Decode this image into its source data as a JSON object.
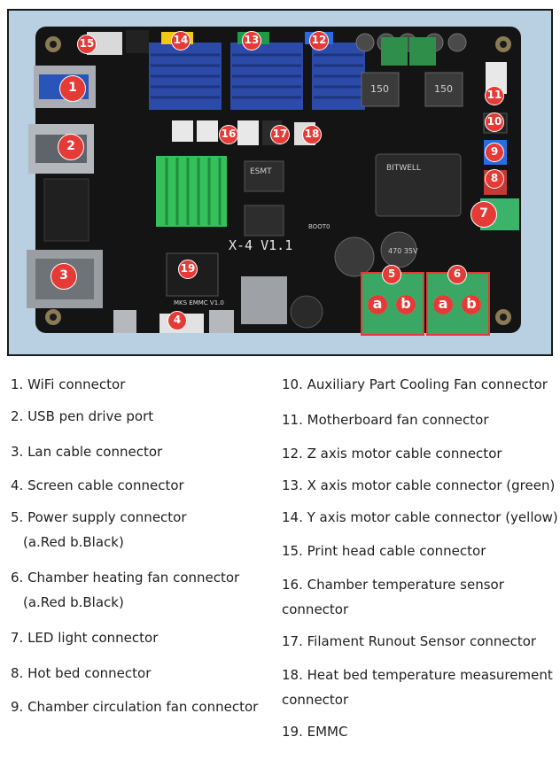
{
  "board": {
    "model_label": "X-4 V1.1",
    "emmc_label": "MKS EMMC V1.0",
    "brand_label": "BITWELL",
    "cap_label": "470 35V",
    "chip_label": "ESMT",
    "boot_label": "BOOT0",
    "inductor_labels": [
      "150",
      "150"
    ]
  },
  "markers": [
    {
      "id": "1"
    },
    {
      "id": "2"
    },
    {
      "id": "3"
    },
    {
      "id": "4"
    },
    {
      "id": "5"
    },
    {
      "id": "6"
    },
    {
      "id": "7"
    },
    {
      "id": "8"
    },
    {
      "id": "9"
    },
    {
      "id": "10"
    },
    {
      "id": "11"
    },
    {
      "id": "12"
    },
    {
      "id": "13"
    },
    {
      "id": "14"
    },
    {
      "id": "15"
    },
    {
      "id": "16"
    },
    {
      "id": "17"
    },
    {
      "id": "18"
    },
    {
      "id": "19"
    }
  ],
  "terminal_labels": [
    "a",
    "b",
    "a",
    "b"
  ],
  "legend_left": [
    {
      "text": "1. WiFi connector"
    },
    {
      "text": "2. USB pen drive port"
    },
    {
      "text": "3. Lan cable connector"
    },
    {
      "text": "4. Screen cable connector"
    },
    {
      "text": "5. Power supply connector",
      "sub": "(a.Red   b.Black)"
    },
    {
      "text": "6. Chamber heating fan connector",
      "sub": "(a.Red   b.Black)"
    },
    {
      "text": "7. LED light connector"
    },
    {
      "text": "8. Hot bed connector"
    },
    {
      "text": "9. Chamber circulation fan connector"
    }
  ],
  "legend_right": [
    {
      "text": "10. Auxiliary Part Cooling Fan connector"
    },
    {
      "text": "11. Motherboard fan connector"
    },
    {
      "text": "12. Z axis motor cable connector"
    },
    {
      "text": "13. X axis motor cable connector (green)"
    },
    {
      "text": "14. Y axis motor cable connector (yellow)"
    },
    {
      "text": "15. Print head cable connector"
    },
    {
      "text": "16. Chamber temperature sensor",
      "cont": "connector"
    },
    {
      "text": "17. Filament Runout Sensor connector"
    },
    {
      "text": "18. Heat bed temperature measurement",
      "cont": "connector"
    },
    {
      "text": "19. EMMC"
    }
  ]
}
